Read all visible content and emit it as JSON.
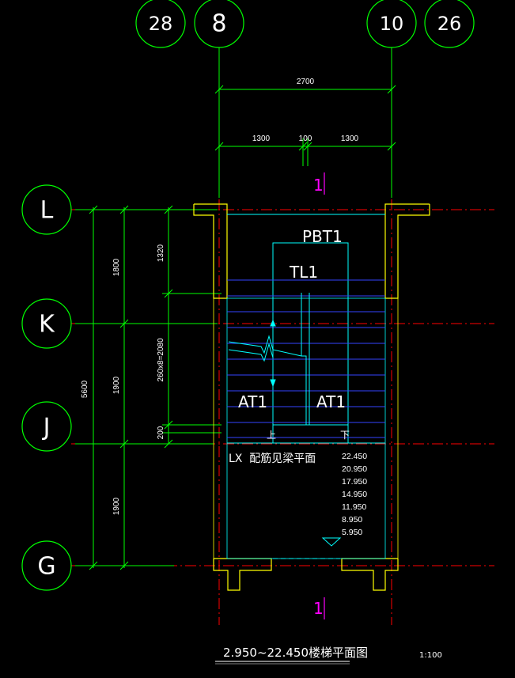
{
  "drawing": {
    "title": "2.950~22.450楼梯平面图",
    "scale": "1:100",
    "section_mark": "1",
    "colors": {
      "background": "#000000",
      "axis_circle": "#00ff00",
      "axis_line": "#ff0000",
      "dimension": "#00ff00",
      "wall": "#ffff00",
      "slab": "#00ffff",
      "tread": "#3333ff",
      "section": "#ff00ff",
      "text": "#ffffff"
    }
  },
  "axes": {
    "vertical": [
      "28",
      "8",
      "10",
      "26"
    ],
    "horizontal": [
      "L",
      "K",
      "J",
      "G"
    ]
  },
  "dimensions": {
    "top_total": "2700",
    "top_left": "1300",
    "top_mid": "100",
    "top_right": "1300",
    "left_total": "5600",
    "left_1": "1800",
    "left_2": "1900",
    "left_3": "1900",
    "inner_1": "1320",
    "inner_2": "260x8=2080",
    "inner_3": "200"
  },
  "labels": {
    "pbt": "PBT1",
    "tl": "TL1",
    "at_left": "AT1",
    "at_right": "AT1",
    "up_mark": "上",
    "down_mark": "下",
    "lx_note": "LX  配筋见梁平面"
  },
  "elevations": [
    "22.450",
    "20.950",
    "17.950",
    "14.950",
    "11.950",
    "8.950",
    "5.950"
  ]
}
